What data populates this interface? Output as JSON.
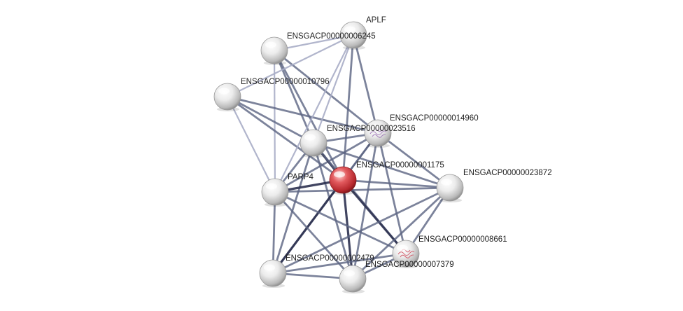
{
  "colors": {
    "background": "#ffffff",
    "edge": "#5b6482",
    "edge_strong": "#2c3150",
    "edge_light": "#a9adc6",
    "node_default": "#e6e6e6",
    "node_query": "#d9353a",
    "label": "#222222"
  },
  "network": {
    "query_node_id": "ENSGACP00000001175",
    "nodes": [
      {
        "id": "APLF",
        "label": "APLF",
        "kind": "default",
        "structure": false
      },
      {
        "id": "ENSGACP00000006245",
        "label": "ENSGACP00000006245",
        "kind": "default",
        "structure": false
      },
      {
        "id": "ENSGACP00000010796",
        "label": "ENSGACP00000010796",
        "kind": "default",
        "structure": false
      },
      {
        "id": "ENSGACP00000014960",
        "label": "ENSGACP00000014960",
        "kind": "default",
        "structure": true
      },
      {
        "id": "ENSGACP00000023516",
        "label": "ENSGACP00000023516",
        "kind": "default",
        "structure": false
      },
      {
        "id": "ENSGACP00000001175",
        "label": "ENSGACP00000001175",
        "kind": "query",
        "structure": false
      },
      {
        "id": "PARP4",
        "label": "PARP4",
        "kind": "default",
        "structure": false
      },
      {
        "id": "ENSGACP00000023872",
        "label": "ENSGACP00000023872",
        "kind": "default",
        "structure": false
      },
      {
        "id": "ENSGACP00000008661",
        "label": "ENSGACP00000008661",
        "kind": "default",
        "structure": true
      },
      {
        "id": "ENSGACP00000002479",
        "label": "ENSGACP00000002479",
        "kind": "default",
        "structure": false
      },
      {
        "id": "ENSGACP00000007379",
        "label": "ENSGACP00000007379",
        "kind": "default",
        "structure": false
      }
    ],
    "edges": [
      {
        "source": "ENSGACP00000006245",
        "target": "APLF",
        "strength": "light"
      },
      {
        "source": "ENSGACP00000006245",
        "target": "ENSGACP00000023516",
        "strength": "medium"
      },
      {
        "source": "ENSGACP00000006245",
        "target": "ENSGACP00000014960",
        "strength": "medium"
      },
      {
        "source": "ENSGACP00000006245",
        "target": "ENSGACP00000001175",
        "strength": "medium"
      },
      {
        "source": "ENSGACP00000006245",
        "target": "PARP4",
        "strength": "light"
      },
      {
        "source": "ENSGACP00000010796",
        "target": "APLF",
        "strength": "light"
      },
      {
        "source": "ENSGACP00000010796",
        "target": "ENSGACP00000023516",
        "strength": "medium"
      },
      {
        "source": "ENSGACP00000010796",
        "target": "ENSGACP00000014960",
        "strength": "medium"
      },
      {
        "source": "ENSGACP00000010796",
        "target": "ENSGACP00000001175",
        "strength": "medium"
      },
      {
        "source": "ENSGACP00000010796",
        "target": "PARP4",
        "strength": "light"
      },
      {
        "source": "APLF",
        "target": "ENSGACP00000023516",
        "strength": "light"
      },
      {
        "source": "APLF",
        "target": "ENSGACP00000014960",
        "strength": "medium"
      },
      {
        "source": "APLF",
        "target": "ENSGACP00000001175",
        "strength": "medium"
      },
      {
        "source": "APLF",
        "target": "PARP4",
        "strength": "light"
      },
      {
        "source": "ENSGACP00000014960",
        "target": "ENSGACP00000023516",
        "strength": "medium"
      },
      {
        "source": "ENSGACP00000014960",
        "target": "ENSGACP00000001175",
        "strength": "medium"
      },
      {
        "source": "ENSGACP00000014960",
        "target": "PARP4",
        "strength": "medium"
      },
      {
        "source": "ENSGACP00000014960",
        "target": "ENSGACP00000023872",
        "strength": "medium"
      },
      {
        "source": "ENSGACP00000014960",
        "target": "ENSGACP00000008661",
        "strength": "medium"
      },
      {
        "source": "ENSGACP00000014960",
        "target": "ENSGACP00000007379",
        "strength": "medium"
      },
      {
        "source": "ENSGACP00000014960",
        "target": "ENSGACP00000002479",
        "strength": "medium"
      },
      {
        "source": "ENSGACP00000023516",
        "target": "ENSGACP00000001175",
        "strength": "strong"
      },
      {
        "source": "ENSGACP00000023516",
        "target": "PARP4",
        "strength": "medium"
      },
      {
        "source": "ENSGACP00000023516",
        "target": "ENSGACP00000023872",
        "strength": "medium"
      },
      {
        "source": "ENSGACP00000023516",
        "target": "ENSGACP00000008661",
        "strength": "medium"
      },
      {
        "source": "ENSGACP00000023516",
        "target": "ENSGACP00000007379",
        "strength": "medium"
      },
      {
        "source": "ENSGACP00000023516",
        "target": "ENSGACP00000002479",
        "strength": "medium"
      },
      {
        "source": "ENSGACP00000001175",
        "target": "PARP4",
        "strength": "strong"
      },
      {
        "source": "ENSGACP00000001175",
        "target": "ENSGACP00000023872",
        "strength": "medium"
      },
      {
        "source": "ENSGACP00000001175",
        "target": "ENSGACP00000008661",
        "strength": "strong"
      },
      {
        "source": "ENSGACP00000001175",
        "target": "ENSGACP00000007379",
        "strength": "strong"
      },
      {
        "source": "ENSGACP00000001175",
        "target": "ENSGACP00000002479",
        "strength": "strong"
      },
      {
        "source": "PARP4",
        "target": "ENSGACP00000023872",
        "strength": "medium"
      },
      {
        "source": "PARP4",
        "target": "ENSGACP00000008661",
        "strength": "medium"
      },
      {
        "source": "PARP4",
        "target": "ENSGACP00000007379",
        "strength": "medium"
      },
      {
        "source": "PARP4",
        "target": "ENSGACP00000002479",
        "strength": "medium"
      },
      {
        "source": "ENSGACP00000023872",
        "target": "ENSGACP00000008661",
        "strength": "medium"
      },
      {
        "source": "ENSGACP00000023872",
        "target": "ENSGACP00000007379",
        "strength": "medium"
      },
      {
        "source": "ENSGACP00000023872",
        "target": "ENSGACP00000002479",
        "strength": "medium"
      },
      {
        "source": "ENSGACP00000008661",
        "target": "ENSGACP00000007379",
        "strength": "medium"
      },
      {
        "source": "ENSGACP00000008661",
        "target": "ENSGACP00000002479",
        "strength": "medium"
      },
      {
        "source": "ENSGACP00000007379",
        "target": "ENSGACP00000002479",
        "strength": "medium"
      }
    ]
  }
}
